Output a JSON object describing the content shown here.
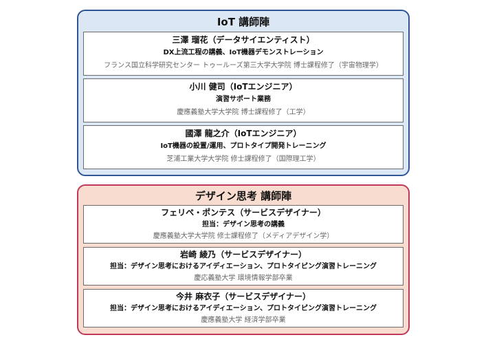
{
  "iot_team": {
    "title": "IoT 講師陣",
    "members": [
      {
        "name": "三澤 瑠花（データサイエンティスト）",
        "role": "DX上流工程の講義、IoT機器デモンストレーション",
        "education": "フランス国立科学研究センター トゥールーズ第三大学大学院 博士課程修了（宇宙物理学）"
      },
      {
        "name": "小川 健司（IoTエンジニア）",
        "role": "演習サポート業務",
        "education": "慶應義塾大学大学院 博士課程修了（工学）"
      },
      {
        "name": "國澤 龍之介（IoTエンジニア）",
        "role": "IoT機器の設置/運用、プロトタイプ開発トレーニング",
        "education": "芝浦工業大学大学院 修士課程修了（国際理工学）"
      }
    ]
  },
  "design_team": {
    "title": "デザイン思考 講師陣",
    "members": [
      {
        "name": "フェリペ・ポンテス（サービスデザイナー）",
        "role": "担当：デザイン思考の講義",
        "education": "慶應義塾大学大学院 修士課程修了（メディアデザイン学）"
      },
      {
        "name": "岩崎 綾乃（サービスデザイナー）",
        "role": "担当：デザイン思考におけるアイディエーション、プロトタイピング演習トレーニング",
        "education": "慶応義塾大学 環境情報学部卒業"
      },
      {
        "name": "今井 麻衣子（サービスデザイナー）",
        "role": "担当：デザイン思考におけるアイディエーション、プロトタイピング演習トレーニング",
        "education": "慶應義塾大学 経済学部卒業"
      }
    ]
  },
  "colors": {
    "iot_panel_bg": "#dbe7f4",
    "iot_panel_border": "#2f5597",
    "design_panel_bg": "#f7dccf",
    "design_panel_border": "#c0395a",
    "card_border": "#6b6b6b",
    "education_text": "#666666"
  }
}
